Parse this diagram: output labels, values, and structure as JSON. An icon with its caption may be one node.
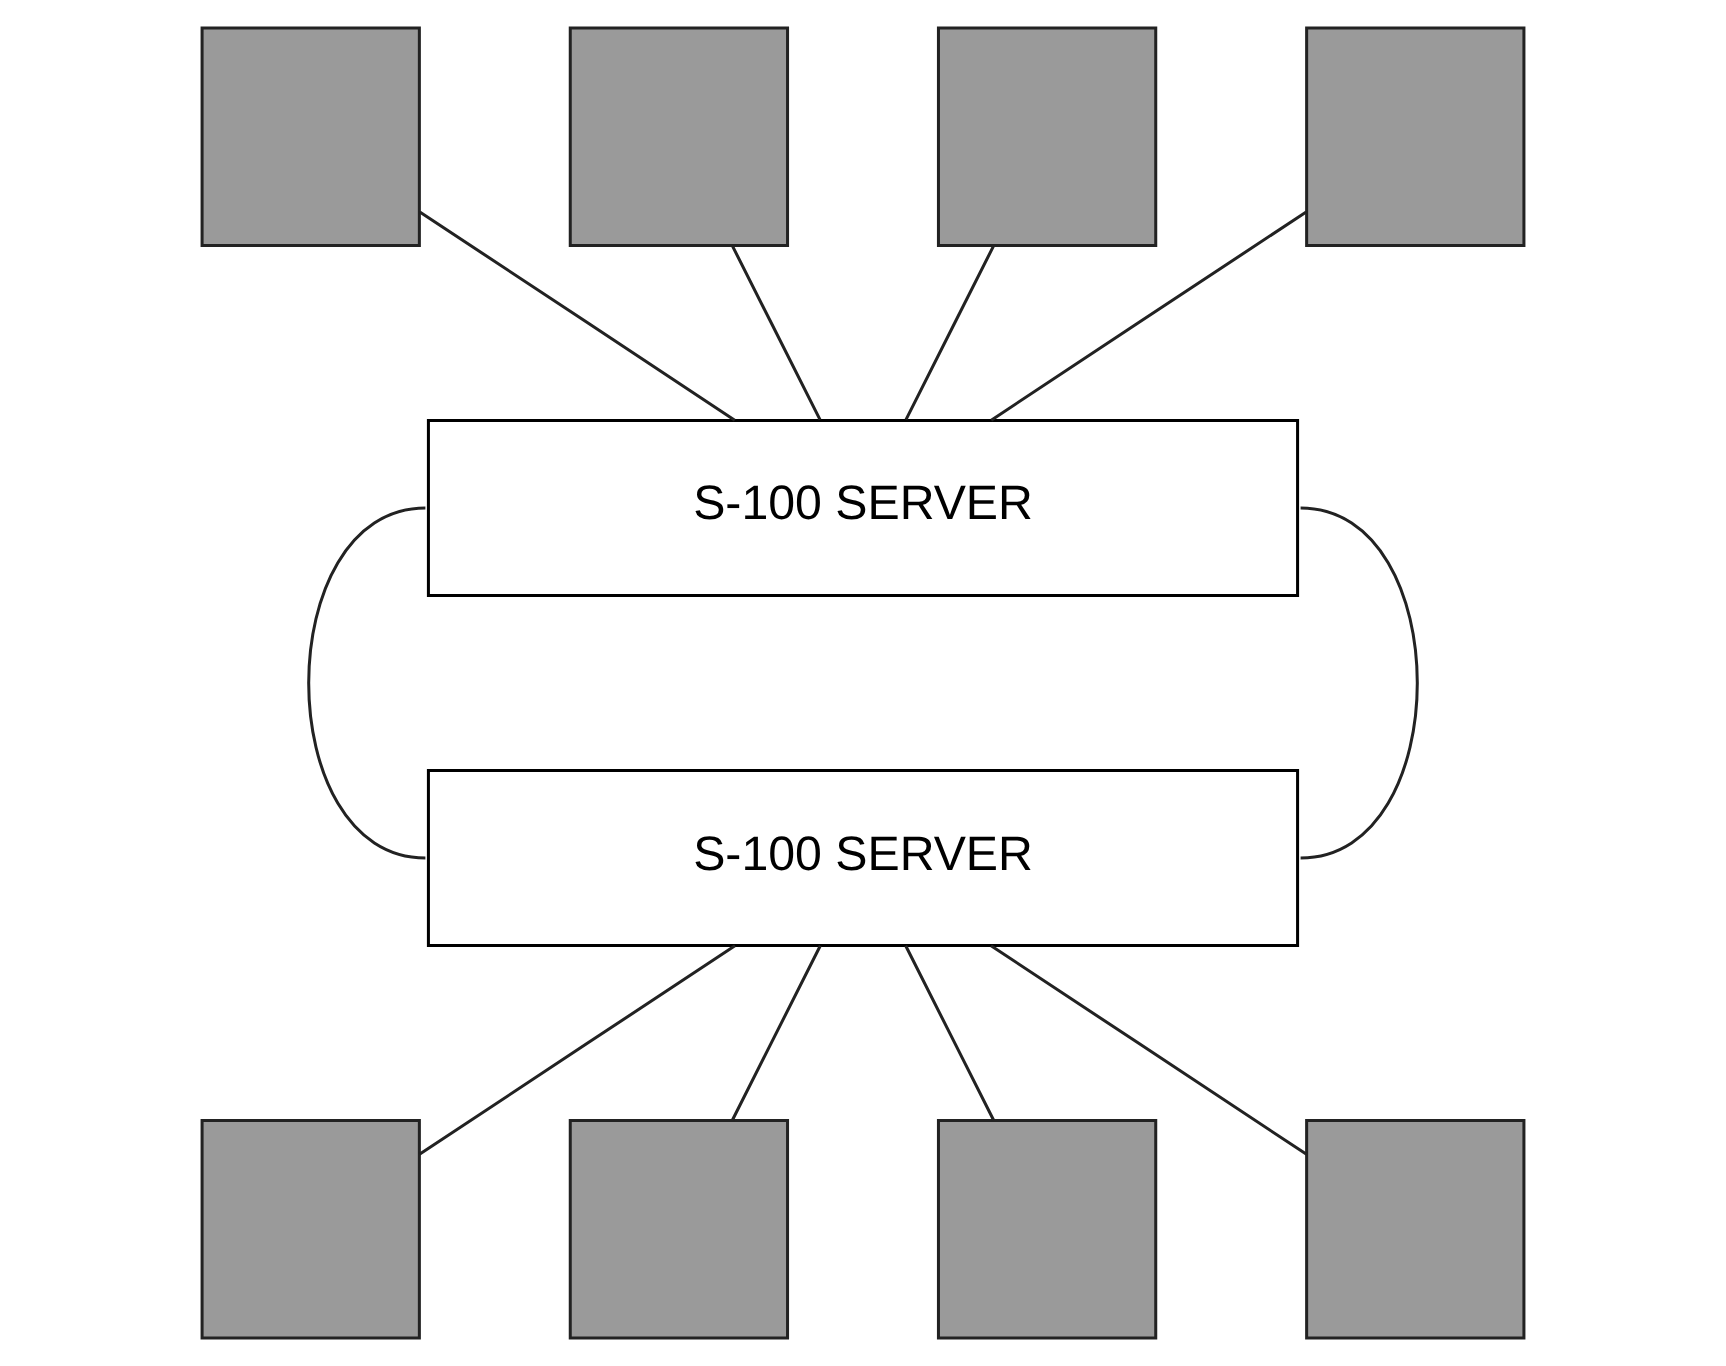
{
  "diagram": {
    "nodes": [
      {
        "text": [],
        "shape": "box"
      },
      {
        "text": [],
        "shape": "box"
      },
      {
        "text": [],
        "shape": "box"
      },
      {
        "text": [],
        "shape": "box"
      },
      {
        "text": [
          "S-100 SERVER"
        ]
      },
      {
        "text": [
          "S-100 SERVER"
        ]
      },
      {
        "text": [],
        "shape": "box"
      },
      {
        "text": [],
        "shape": "box"
      },
      {
        "text": [],
        "shape": "box"
      },
      {
        "text": [],
        "shape": "box"
      }
    ],
    "edges": [
      {
        "from": 0,
        "to": 4,
        "arrow": "none"
      },
      {
        "from": 1,
        "to": 4,
        "arrow": "none"
      },
      {
        "from": 2,
        "to": 4,
        "arrow": "none"
      },
      {
        "from": 3,
        "to": 4,
        "arrow": "none"
      },
      {
        "from": 4,
        "to": 5,
        "arrow": "none"
      },
      {
        "from": 4,
        "to": 5,
        "arrow": "none"
      },
      {
        "from": 5,
        "to": 6,
        "arrow": "none"
      },
      {
        "from": 5,
        "to": 7,
        "arrow": "none"
      },
      {
        "from": 5,
        "to": 8,
        "arrow": "none"
      },
      {
        "from": 5,
        "to": 9,
        "arrow": "none"
      }
    ]
  }
}
